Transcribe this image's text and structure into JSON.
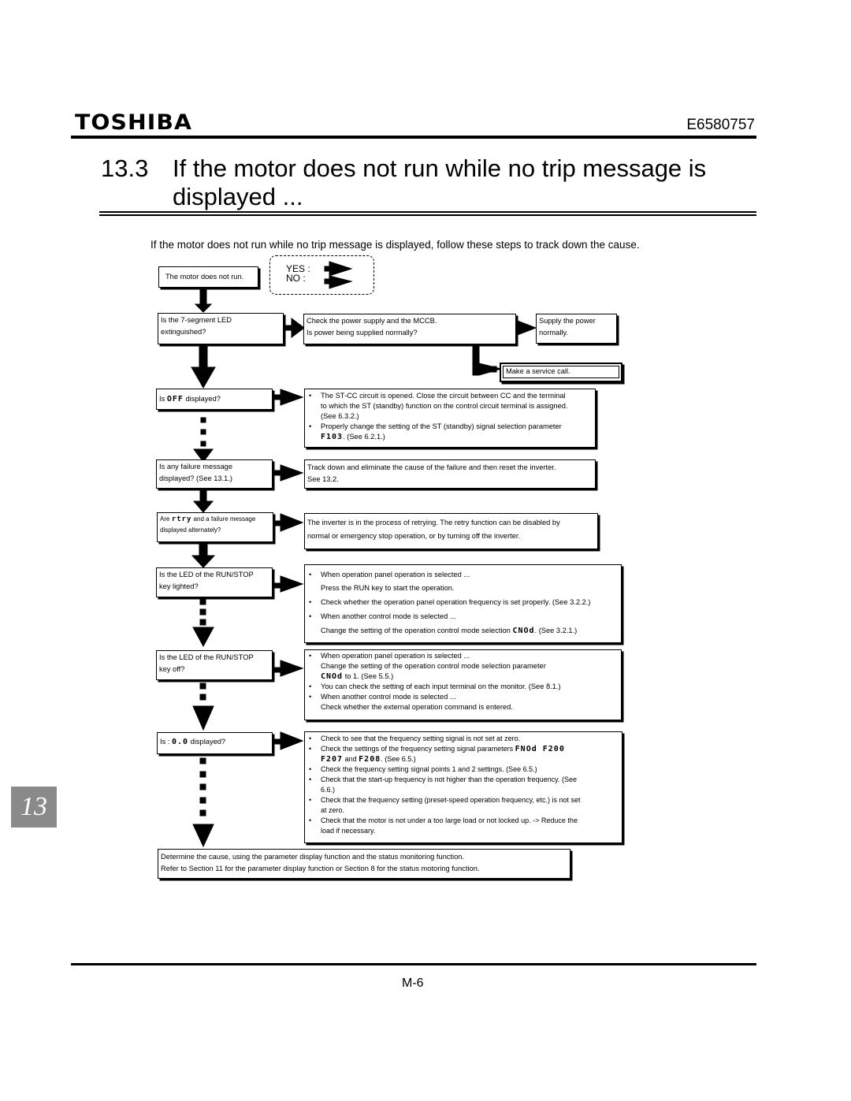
{
  "header": {
    "logo": "TOSHIBA",
    "doc_id": "E6580757"
  },
  "title": {
    "number": "13.3",
    "text": "If the motor does not run while no trip message is displayed ..."
  },
  "intro": "If the motor does not run while no trip message is displayed, follow these steps to track down the cause.",
  "legend": {
    "yes": "YES :",
    "no": "NO :"
  },
  "flow": {
    "start": "The motor does not run.",
    "q1": {
      "line1": "Is the 7-segment LED",
      "line2": "extinguished?"
    },
    "a1": {
      "line1": "Check the power supply and the MCCB.",
      "line2": "Is power being supplied normally?"
    },
    "a1_yes": {
      "line1": "Supply the power",
      "line2": "normally."
    },
    "a1_no": "Make a service call.",
    "q2": {
      "pre": "Is",
      "code": "OFF",
      "post": "displayed?"
    },
    "a2": {
      "b1": "The ST-CC circuit is opened.  Close the circuit between CC and the terminal",
      "b1_cont1": "to which the ST (standby) function on the control circuit terminal is assigned.",
      "b1_cont2": "(See 6.3.2.)",
      "b2": "Properly change the setting of the ST (standby) signal selection parameter",
      "b2_code": "F103",
      "b2_see": ". (See 6.2.1.)"
    },
    "q3": {
      "line1": "Is any failure message",
      "line2": "displayed?  (See 13.1.)"
    },
    "a3": {
      "line1": "Track down and eliminate the cause of the failure and then reset the inverter.",
      "line2": "See 13.2."
    },
    "q4": {
      "pre": "Are",
      "code": "rtry",
      "post": "and a failure message",
      "line2": "displayed alternately?"
    },
    "a4": {
      "line1": "The inverter is in the process of retrying.  The retry function can be disabled by",
      "line2": "normal or emergency stop operation, or by turning off the inverter."
    },
    "q5": {
      "line1": "Is the LED of the RUN/STOP",
      "line2": "key lighted?"
    },
    "a5": {
      "b1": "When operation panel operation is selected ...",
      "b1_sub": "Press the RUN key to start the operation.",
      "b2": "Check whether the operation panel operation frequency is set properly.  (See 3.2.2.)",
      "b3": "When another control mode is selected ...",
      "b3_sub": "Change the setting of the operation control mode selection",
      "b3_code": "CNOd",
      "b3_see": ".  (See 3.2.1.)"
    },
    "q6": {
      "line1": "Is the LED of the RUN/STOP",
      "line2": "key off?"
    },
    "a6": {
      "b1": "When operation panel operation is selected ...",
      "b1_sub": "Change the setting of the operation control mode selection parameter",
      "b1_code": "CNOd",
      "b1_see": "to 1.  (See 5.5.)",
      "b2": "You can check the setting of each input terminal on the monitor.  (See 8.1.)",
      "b3": "When another control mode is selected ...",
      "b3_sub": "Check whether the external operation command is entered."
    },
    "q7": {
      "pre": "Is :",
      "code": "0.0",
      "post": "displayed?"
    },
    "a7": {
      "b1": "Check to see that the frequency setting signal is not set at zero.",
      "b2": "Check the settings of the frequency setting signal parameters",
      "b2_codes": "FNOd  F200",
      "b2_codes2": "F207",
      "b2_and": "and",
      "b2_codes3": "F208",
      "b2_see": ". (See 6.5.)",
      "b3": "Check the frequency setting signal points 1 and 2 settings.  (See 6.5.)",
      "b4": "Check that the start-up frequency is not higher than the operation frequency.  (See",
      "b4_cont": "6.6.)",
      "b5": "Check that the frequency setting (preset-speed operation frequency, etc.) is not set",
      "b5_cont": "at zero.",
      "b6": "Check that the motor is not under a too large load or not locked up.  -> Reduce the",
      "b6_cont": "load if necessary."
    },
    "end": {
      "line1": "Determine the cause, using the parameter display function and the status monitoring function.",
      "line2": "Refer to Section 11 for the parameter display function or Section 8 for the status motoring function."
    }
  },
  "side_tab": "13",
  "footer": {
    "page": "M-6"
  }
}
